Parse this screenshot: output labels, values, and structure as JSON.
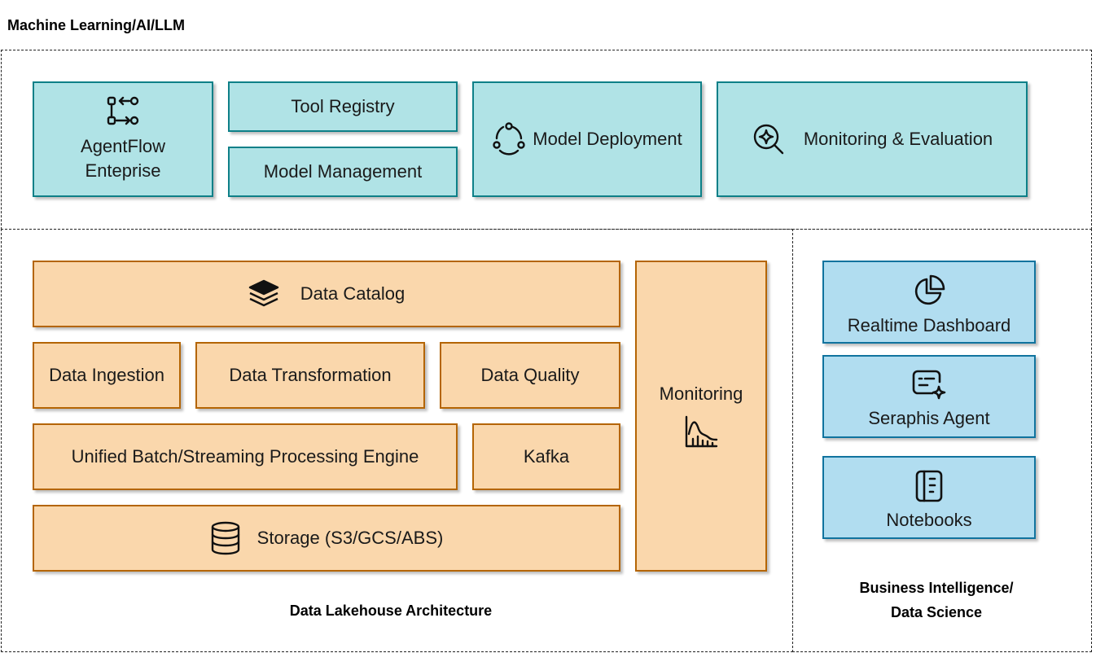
{
  "regions": {
    "ml": {
      "title": "Machine Learning/AI/LLM"
    },
    "lakehouse": {
      "title": "Data Lakehouse Architecture"
    },
    "bi": {
      "title_line1": "Business Intelligence/",
      "title_line2": "Data Science"
    }
  },
  "ml": {
    "agentflow": {
      "line1": "AgentFlow",
      "line2": "Enteprise",
      "icon": "workflow-icon"
    },
    "tool_registry": "Tool Registry",
    "model_management": "Model Management",
    "model_deployment": {
      "label": "Model Deployment",
      "icon": "cycle-icon"
    },
    "monitoring_eval": {
      "label": "Monitoring & Evaluation",
      "icon": "search-sparkle-icon"
    }
  },
  "lakehouse": {
    "data_catalog": {
      "label": "Data Catalog",
      "icon": "layers-icon"
    },
    "data_ingestion": "Data Ingestion",
    "data_transformation": "Data Transformation",
    "data_quality": "Data Quality",
    "processing_engine": "Unified Batch/Streaming Processing Engine",
    "kafka": "Kafka",
    "storage": {
      "label": "Storage (S3/GCS/ABS)",
      "icon": "database-icon"
    },
    "monitoring": {
      "label": "Monitoring",
      "icon": "chart-icon"
    }
  },
  "bi": {
    "dashboard": {
      "label": "Realtime Dashboard",
      "icon": "pie-chart-icon"
    },
    "agent": {
      "label": "Seraphis Agent",
      "icon": "chat-sparkle-icon"
    },
    "notebooks": {
      "label": "Notebooks",
      "icon": "notebook-icon"
    }
  },
  "colors": {
    "teal_fill": "#b0e3e6",
    "teal_stroke": "#0e8088",
    "orange_fill": "#fad7ac",
    "orange_stroke": "#b46504",
    "blue_fill": "#b1ddf0",
    "blue_stroke": "#10739e"
  }
}
